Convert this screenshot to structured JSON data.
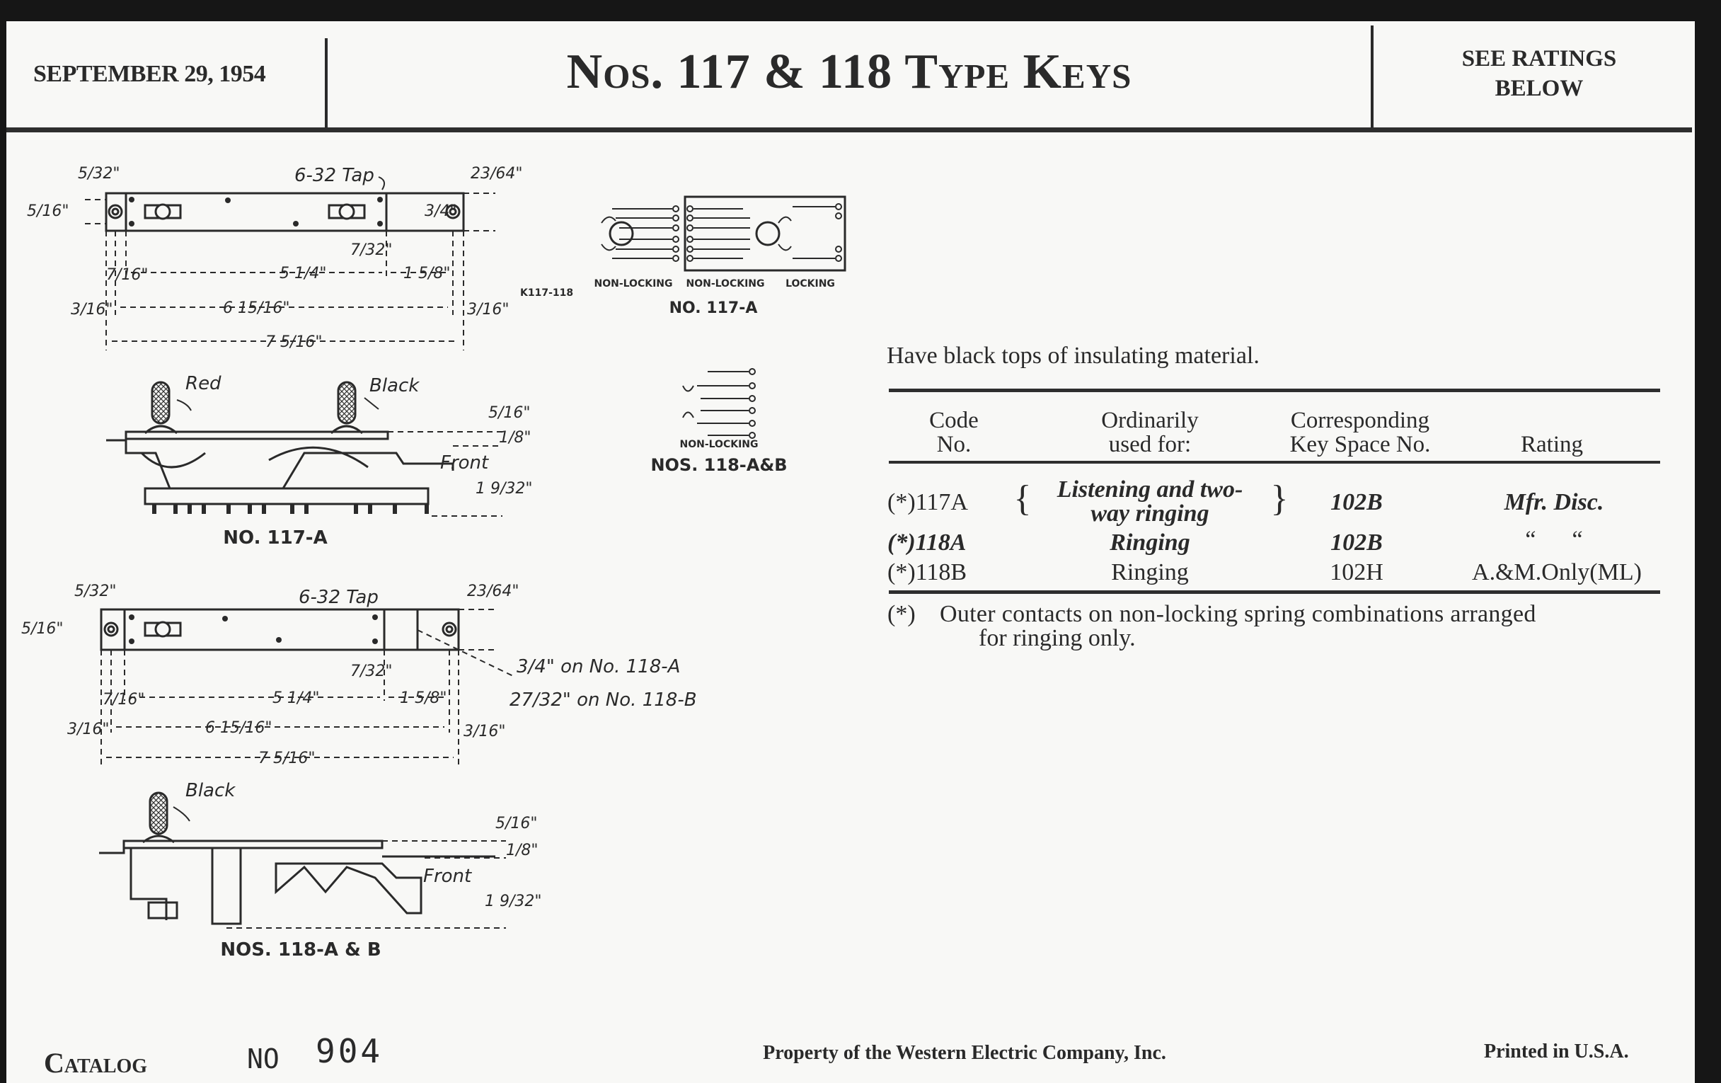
{
  "header": {
    "date": "SEPTEMBER 29, 1954",
    "title": "Nos. 117 & 118 Type Keys",
    "ratings_note_line1": "SEE RATINGS",
    "ratings_note_line2": "BELOW"
  },
  "drawings": {
    "plan_117": {
      "tap_label": "6-32 Tap",
      "dims": {
        "a": "5/32\"",
        "b": "5/16\"",
        "c": "23/64\"",
        "d": "3/4\"",
        "e": "7/32\"",
        "f": "7/16\"",
        "g": "5 1/4\"",
        "h": "1 5/8\"",
        "i": "3/16\"",
        "j": "6 15/16\"",
        "k": "3/16\"",
        "l": "7 5/16\""
      }
    },
    "side_117": {
      "red_label": "Red",
      "black_label": "Black",
      "front_label": "Front",
      "dims": {
        "a": "5/16\"",
        "b": "1/8\"",
        "c": "1 9/32\""
      },
      "caption": "NO. 117-A"
    },
    "schematic_117": {
      "ref": "K117-118",
      "labels": [
        "NON-LOCKING",
        "NON-LOCKING",
        "LOCKING"
      ],
      "caption": "NO. 117-A"
    },
    "schematic_118": {
      "label": "NON-LOCKING",
      "caption": "NOS. 118-A&B"
    },
    "plan_118": {
      "tap_label": "6-32 Tap",
      "note_a": "3/4\" on No. 118-A",
      "note_b": "27/32\" on No. 118-B",
      "dims": {
        "a": "5/32\"",
        "b": "5/16\"",
        "c": "23/64\"",
        "e": "7/32\"",
        "f": "7/16\"",
        "g": "5 1/4\"",
        "h": "1 5/8\"",
        "i": "3/16\"",
        "j": "6 15/16\"",
        "k": "3/16\"",
        "l": "7 5/16\""
      }
    },
    "side_118": {
      "black_label": "Black",
      "front_label": "Front",
      "dims": {
        "a": "5/16\"",
        "b": "1/8\"",
        "c": "1 9/32\""
      },
      "caption": "NOS. 118-A & B"
    }
  },
  "description": "Have black tops of insulating material.",
  "table": {
    "headers": [
      {
        "line1": "Code",
        "line2": "No."
      },
      {
        "line1": "Ordinarily",
        "line2": "used for:"
      },
      {
        "line1": "Corresponding",
        "line2": "Key Space No."
      },
      {
        "line1": "",
        "line2": "Rating"
      }
    ],
    "rows": [
      {
        "code": "(*)117A",
        "used_for_line1": "Listening and two-",
        "used_for_line2": "way ringing",
        "key_space": "102B",
        "rating": "Mfr. Disc."
      },
      {
        "code": "(*)118A",
        "used_for": "Ringing",
        "key_space": "102B",
        "rating": "“      “"
      },
      {
        "code": "(*)118B",
        "used_for": "Ringing",
        "key_space": "102H",
        "rating": "A.&M.Only(ML)"
      }
    ],
    "footnote_marker": "(*)",
    "footnote_line1": "Outer contacts on non-locking spring combinations arranged",
    "footnote_line2": "for ringing only."
  },
  "footer": {
    "catalog_label": "Catalog",
    "no_label": "NO",
    "catalog_number": "904",
    "property": "Property of the Western Electric Company, Inc.",
    "printed": "Printed in U.S.A."
  }
}
